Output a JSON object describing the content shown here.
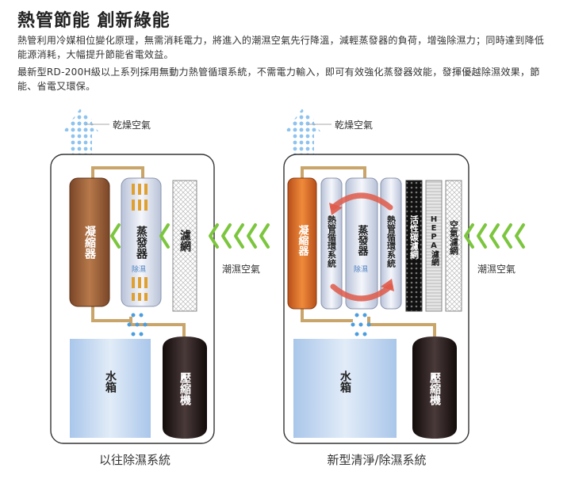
{
  "header": {
    "title": "熱管節能 創新綠能",
    "paragraph1": "熱管利用冷媒相位變化原理，無需消耗電力，將進入的潮濕空氣先行降溫，減輕蒸發器的負荷，增強除濕力；同時達到降低能源消耗，大幅提升節能省電效益。",
    "paragraph2": "最新型RD-200H級以上系列採用無動力熱管循環系統，不需電力輸入，即可有效強化蒸發器效能，發揮優越除濕效果，節能、省電又環保。"
  },
  "left_system": {
    "caption": "以往除濕系統",
    "dry_air": "乾燥空氣",
    "humid_air": "潮濕空氣",
    "condenser": "凝縮器",
    "evaporator": "蒸發器",
    "evaporator_sub": "除濕",
    "filter": "濾網",
    "tank": "水箱",
    "compressor": "壓縮機"
  },
  "right_system": {
    "caption": "新型清淨/除濕系統",
    "dry_air": "乾燥空氣",
    "humid_air": "潮濕空氣",
    "condenser": "凝縮器",
    "heatpipe_left": "熱管循環系統",
    "evaporator": "蒸發器",
    "evaporator_sub": "除濕",
    "heatpipe_right": "熱管循環系統",
    "carbon_filter": "活性碳濾網",
    "hepa_filter": "HEPA濾網",
    "air_filter": "空氣濾網",
    "tank": "水箱",
    "compressor": "壓縮機"
  },
  "colors": {
    "condenser_left": "#a0643c",
    "condenser_right": "#e0702a",
    "pipe": "#c9a56a",
    "arrow_blue": "#7fb8e6",
    "arrow_green": "#7cc63e",
    "heatpipe_arrow": "#e05a4a",
    "compressor": "#2a1e1e",
    "tank": "#c9dcf2"
  }
}
